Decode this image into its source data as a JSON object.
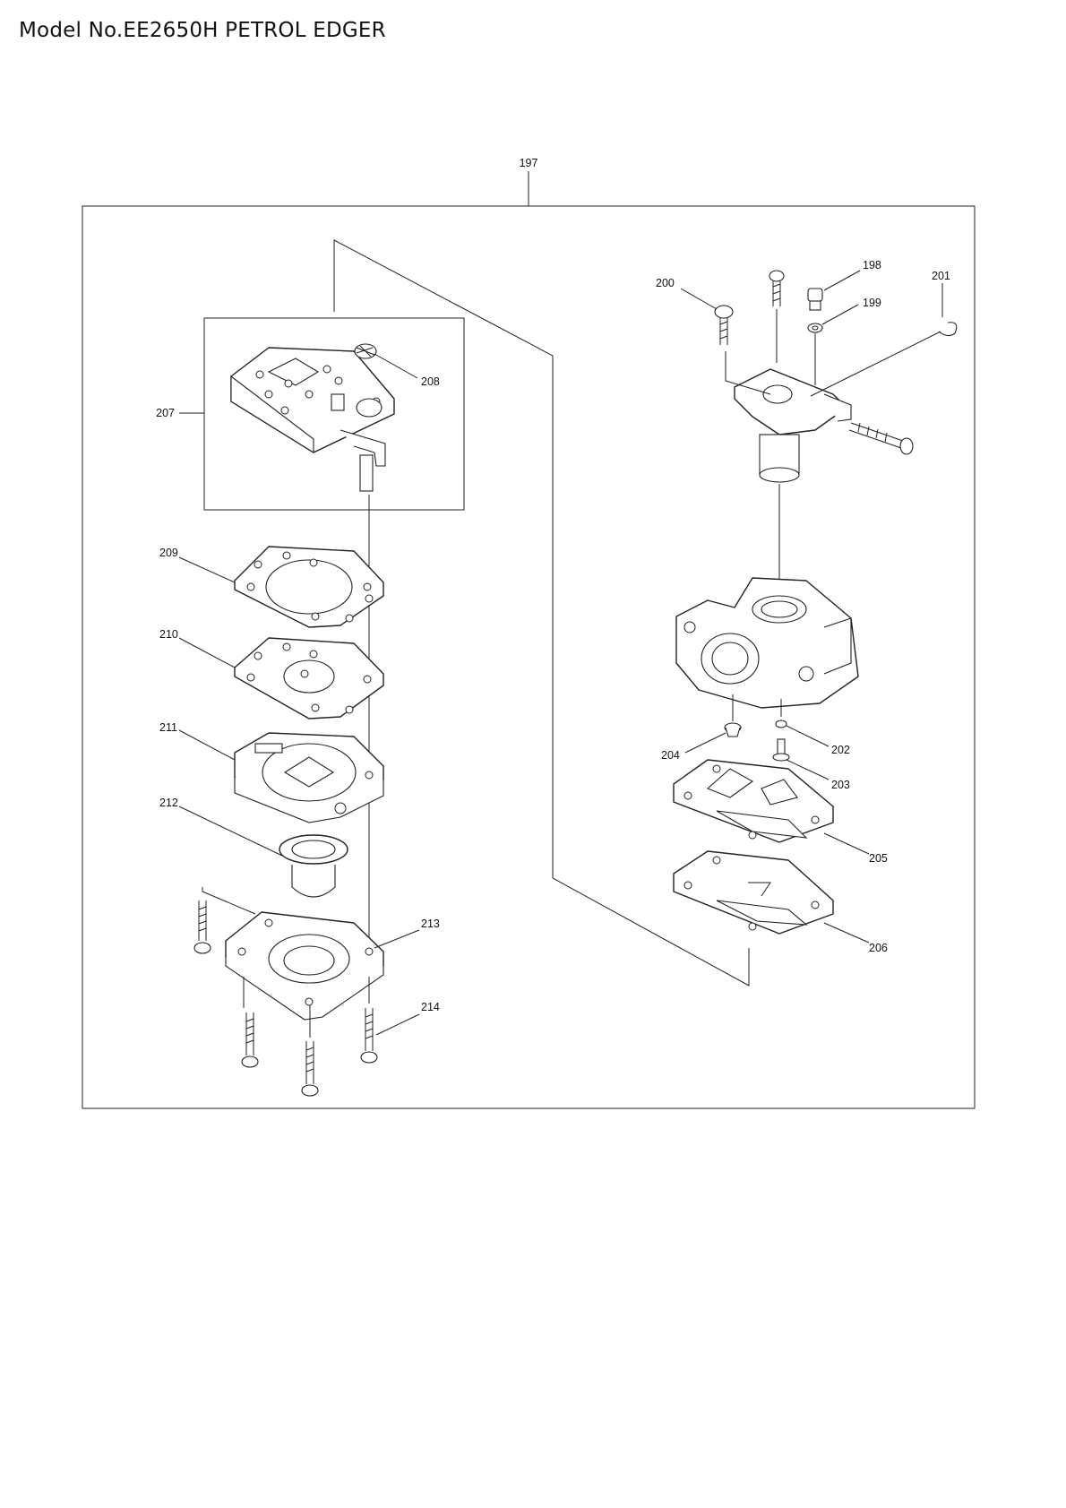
{
  "header": {
    "title": "Model No.EE2650H PETROL EDGER"
  },
  "labels": {
    "p197": "197",
    "p198": "198",
    "p199": "199",
    "p200": "200",
    "p201": "201",
    "p202": "202",
    "p203": "203",
    "p204": "204",
    "p205": "205",
    "p206": "206",
    "p207": "207",
    "p208": "208",
    "p209": "209",
    "p210": "210",
    "p211": "211",
    "p212": "212",
    "p213": "213",
    "p214": "214"
  }
}
